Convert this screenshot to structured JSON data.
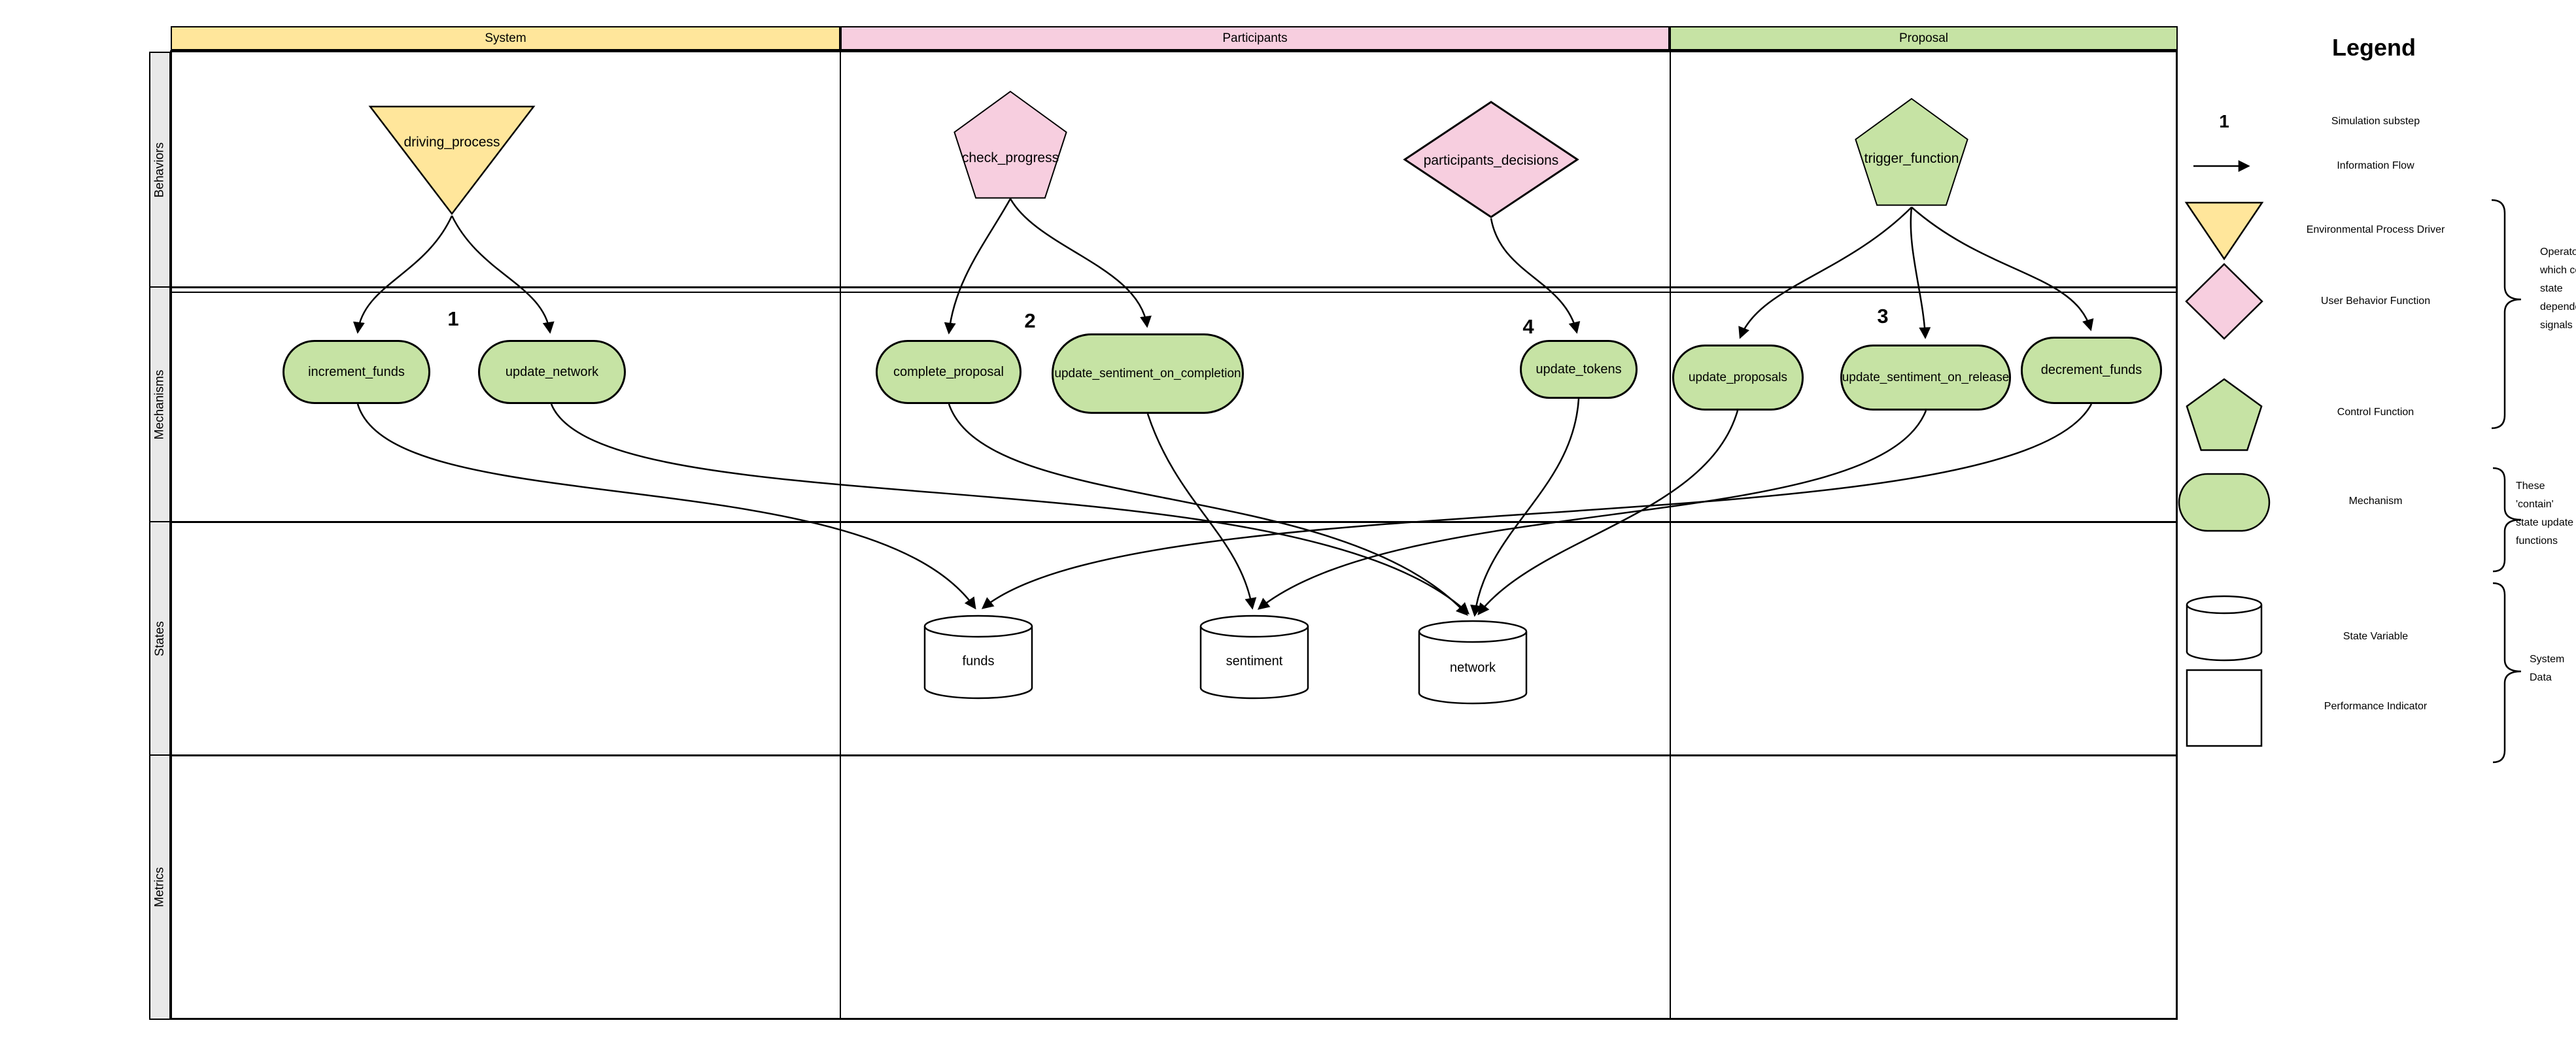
{
  "columns": {
    "system": {
      "label": "System",
      "color": "#FFE69B"
    },
    "participants": {
      "label": "Participants",
      "color": "#F7CEDF"
    },
    "proposal": {
      "label": "Proposal",
      "color": "#C6E3A4"
    }
  },
  "rows": {
    "behaviors": {
      "label": "Behaviors"
    },
    "mechanisms": {
      "label": "Mechanisms"
    },
    "states": {
      "label": "States"
    },
    "metrics": {
      "label": "Metrics"
    }
  },
  "nodes": {
    "driving_process": {
      "label": "driving_process",
      "shape": "inverted-triangle",
      "color": "#FFE69B"
    },
    "check_progress": {
      "label": "check_progress",
      "shape": "pentagon",
      "color": "#F7CEDF"
    },
    "participants_decisions": {
      "label": "participants_decisions",
      "shape": "diamond",
      "color": "#F7CEDF"
    },
    "trigger_function": {
      "label": "trigger_function",
      "shape": "pentagon",
      "color": "#C6E3A4"
    },
    "increment_funds": {
      "label": "increment_funds"
    },
    "update_network": {
      "label": "update_network"
    },
    "complete_proposal": {
      "label": "complete_proposal"
    },
    "update_sentiment_on_completion": {
      "label": "update_sentiment_on_completion"
    },
    "update_tokens": {
      "label": "update_tokens"
    },
    "update_proposals": {
      "label": "update_proposals"
    },
    "update_sentiment_on_release": {
      "label": "update_sentiment_on_release"
    },
    "decrement_funds": {
      "label": "decrement_funds"
    },
    "funds": {
      "label": "funds"
    },
    "sentiment": {
      "label": "sentiment"
    },
    "network": {
      "label": "network"
    }
  },
  "substeps": {
    "s1": "1",
    "s2": "2",
    "s4": "4",
    "s3": "3"
  },
  "edges": {
    "behavior_to_mechanism": [
      [
        "driving_process",
        "increment_funds"
      ],
      [
        "driving_process",
        "update_network"
      ],
      [
        "check_progress",
        "complete_proposal"
      ],
      [
        "check_progress",
        "update_sentiment_on_completion"
      ],
      [
        "participants_decisions",
        "update_tokens"
      ],
      [
        "trigger_function",
        "update_proposals"
      ],
      [
        "trigger_function",
        "update_sentiment_on_release"
      ],
      [
        "trigger_function",
        "decrement_funds"
      ]
    ],
    "mechanism_to_state": [
      [
        "increment_funds",
        "funds"
      ],
      [
        "update_network",
        "network"
      ],
      [
        "complete_proposal",
        "network"
      ],
      [
        "update_sentiment_on_completion",
        "sentiment"
      ],
      [
        "update_tokens",
        "network"
      ],
      [
        "update_proposals",
        "network"
      ],
      [
        "update_sentiment_on_release",
        "sentiment"
      ],
      [
        "decrement_funds",
        "funds"
      ]
    ]
  },
  "legend": {
    "title": "Legend",
    "substep_symbol": "1",
    "substep_label": "Simulation substep",
    "information_flow": "Information Flow",
    "environmental_process_driver": "Environmental Process Driver",
    "user_behavior_function": "User Behavior Function",
    "control_function": "Control Function",
    "mechanism": "Mechanism",
    "state_variable": "State Variable",
    "performance_indicator": "Performance Indicator",
    "annotation_operators": "Operators which compute state dependent signals",
    "annotation_contain": "These 'contain' state update functions",
    "annotation_system_data": "System Data"
  }
}
